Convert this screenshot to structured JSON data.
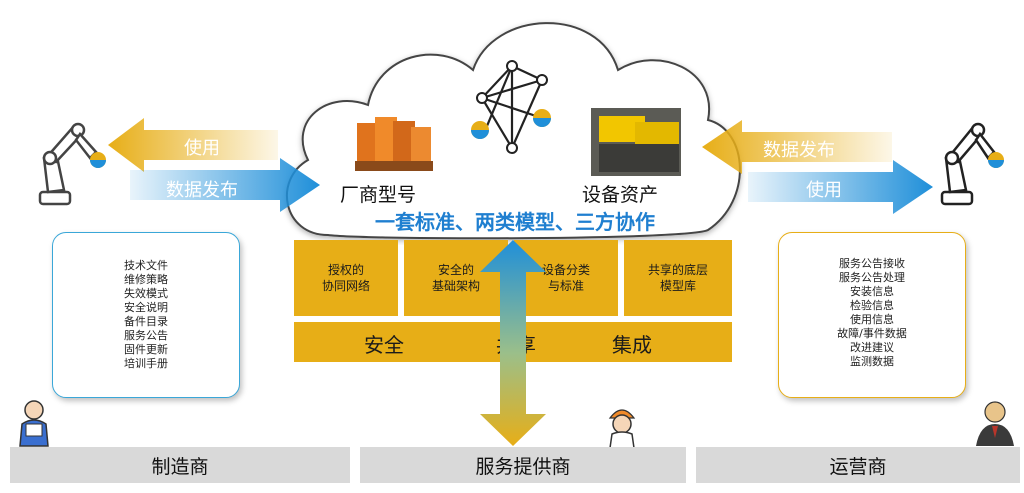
{
  "left_arrows": {
    "use": "使用",
    "publish": "数据发布"
  },
  "right_arrows": {
    "publish": "数据发布",
    "use": "使用"
  },
  "cloud": {
    "model_label": "厂商型号",
    "asset_label": "设备资产",
    "slogan": "一套标准、两类模型、三方协作"
  },
  "pillars": [
    {
      "line1": "授权的",
      "line2": "协同网络"
    },
    {
      "line1": "安全的",
      "line2": "基础架构"
    },
    {
      "line1": "设备分类",
      "line2": "与标准"
    },
    {
      "line1": "共享的底层",
      "line2": "模型库"
    }
  ],
  "base_bar": {
    "security": "安全",
    "share": "共享",
    "integration": "集成"
  },
  "manufacturer_items": [
    "技术文件",
    "维修策略",
    "失效模式",
    "安全说明",
    "备件目录",
    "服务公告",
    "固件更新",
    "培训手册"
  ],
  "operator_items": [
    "服务公告接收",
    "服务公告处理",
    "安装信息",
    "检验信息",
    "使用信息",
    "故障/事件数据",
    "改进建议",
    "监测数据"
  ],
  "roles": {
    "manufacturer": "制造商",
    "service_provider": "服务提供商",
    "operator": "运营商"
  },
  "colors": {
    "gold": "#e7ae17",
    "blue": "#1f8fd9",
    "slogan_blue": "#1f7fd0",
    "box_blue": "#3aa7d8",
    "box_gold": "#e7ae17"
  }
}
